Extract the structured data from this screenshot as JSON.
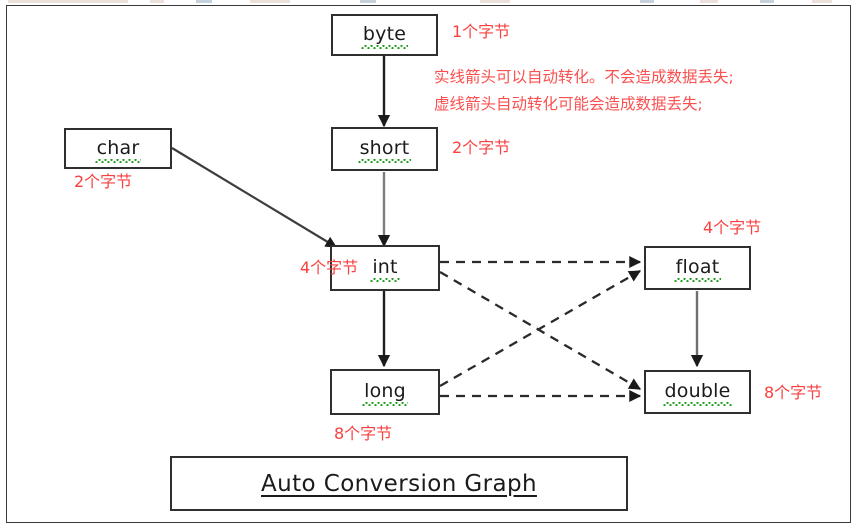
{
  "diagram": {
    "title": "Auto Conversion Graph",
    "legend": {
      "line1": "实线箭头可以自动转化。不会造成数据丢失;",
      "line2": "虚线箭头自动转化可能会造成数据丢失;"
    },
    "nodes": [
      {
        "id": "byte",
        "label": "byte",
        "size_label": "1个字节"
      },
      {
        "id": "char",
        "label": "char",
        "size_label": "2个字节"
      },
      {
        "id": "short",
        "label": "short",
        "size_label": "2个字节"
      },
      {
        "id": "int",
        "label": "int",
        "size_label": "4个字节"
      },
      {
        "id": "long",
        "label": "long",
        "size_label": "8个字节"
      },
      {
        "id": "float",
        "label": "float",
        "size_label": "4个字节"
      },
      {
        "id": "double",
        "label": "double",
        "size_label": "8个字节"
      }
    ],
    "edges": [
      {
        "from": "byte",
        "to": "short",
        "style": "solid"
      },
      {
        "from": "short",
        "to": "int",
        "style": "solid"
      },
      {
        "from": "char",
        "to": "int",
        "style": "solid"
      },
      {
        "from": "int",
        "to": "long",
        "style": "solid"
      },
      {
        "from": "int",
        "to": "float",
        "style": "dashed"
      },
      {
        "from": "int",
        "to": "double",
        "style": "dashed"
      },
      {
        "from": "long",
        "to": "float",
        "style": "dashed"
      },
      {
        "from": "long",
        "to": "double",
        "style": "dashed"
      },
      {
        "from": "float",
        "to": "double",
        "style": "solid"
      }
    ],
    "colors": {
      "note": "#fa4040",
      "box_border": "#2f2f2f",
      "arrow": "#1f1f1f",
      "spellcheck_underline": "#1e9e1e"
    }
  }
}
